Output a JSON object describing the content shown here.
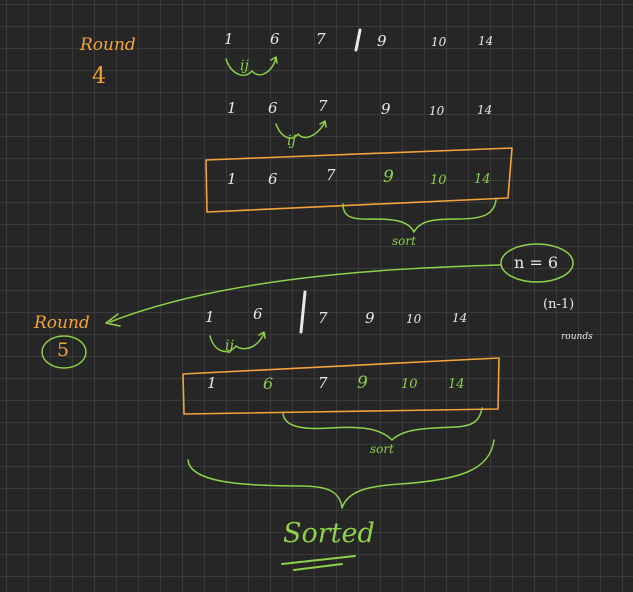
{
  "colors": {
    "background": "#262626",
    "grid": "#3a3a3a",
    "ink_white": "#e8e8e8",
    "ink_orange": "#f2a33a",
    "ink_green": "#8ed14a"
  },
  "round4": {
    "label": "Round",
    "number": "4",
    "row1": [
      "1",
      "6",
      "7",
      "9",
      "10",
      "14"
    ],
    "row1_marker": "ij",
    "row2": [
      "1",
      "6",
      "7",
      "9",
      "10",
      "14"
    ],
    "row2_marker": "ij",
    "boxed_row": [
      "1",
      "6",
      "7",
      "9",
      "10",
      "14"
    ],
    "sort_label": "sort"
  },
  "side_note": {
    "n_label": "n = 6",
    "rounds_formula": "(n-1)",
    "rounds_word": "rounds"
  },
  "round5": {
    "label": "Round",
    "number": "5",
    "row1": [
      "1",
      "6",
      "7",
      "9",
      "10",
      "14"
    ],
    "row1_marker": "ij",
    "boxed_row": [
      "1",
      "6",
      "7",
      "9",
      "10",
      "14"
    ],
    "sort_label": "sort"
  },
  "result": {
    "label": "Sorted"
  }
}
